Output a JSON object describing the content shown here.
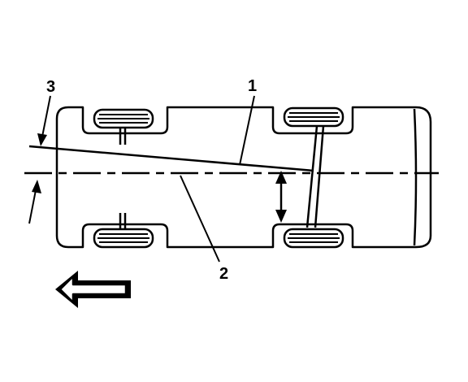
{
  "diagram": {
    "callouts": [
      {
        "id": "1",
        "label": "1"
      },
      {
        "id": "2",
        "label": "2"
      },
      {
        "id": "3",
        "label": "3"
      }
    ],
    "colors": {
      "ink": "#000000",
      "paper": "#ffffff"
    },
    "icons": {
      "direction": "left-arrow-icon"
    }
  }
}
